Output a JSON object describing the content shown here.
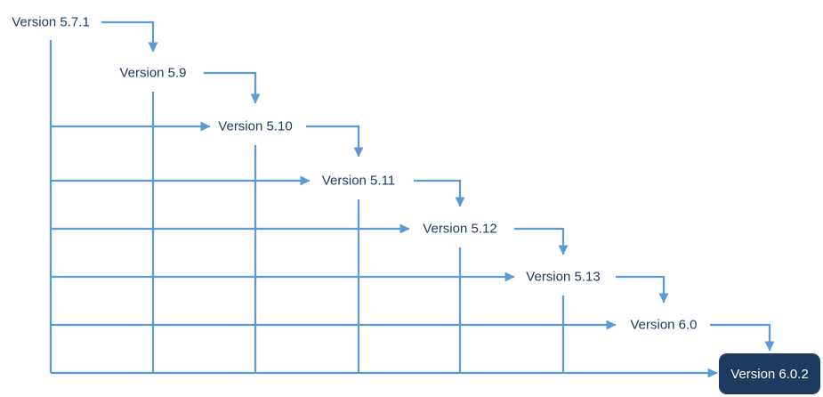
{
  "diagram": {
    "type": "upgrade-path-flowchart",
    "nodes": [
      {
        "id": "v571",
        "label": "Version 5.7.1",
        "shape": "text"
      },
      {
        "id": "v59",
        "label": "Version 5.9",
        "shape": "text"
      },
      {
        "id": "v510",
        "label": "Version 5.10",
        "shape": "text"
      },
      {
        "id": "v511",
        "label": "Version 5.11",
        "shape": "text"
      },
      {
        "id": "v512",
        "label": "Version 5.12",
        "shape": "text"
      },
      {
        "id": "v513",
        "label": "Version 5.13",
        "shape": "text"
      },
      {
        "id": "v60",
        "label": "Version 6.0",
        "shape": "text"
      },
      {
        "id": "v602",
        "label": "Version 6.0.2",
        "shape": "filled-rounded-box"
      }
    ],
    "edges": [
      {
        "from": "Version 5.7.1",
        "to": "Version 5.9",
        "style": "elbow-arrow"
      },
      {
        "from": "Version 5.9",
        "to": "Version 5.10",
        "style": "elbow-arrow"
      },
      {
        "from": "Version 5.10",
        "to": "Version 5.11",
        "style": "elbow-arrow"
      },
      {
        "from": "Version 5.11",
        "to": "Version 5.12",
        "style": "elbow-arrow"
      },
      {
        "from": "Version 5.12",
        "to": "Version 5.13",
        "style": "elbow-arrow"
      },
      {
        "from": "Version 5.13",
        "to": "Version 6.0",
        "style": "elbow-arrow"
      },
      {
        "from": "Version 6.0",
        "to": "Version 6.0.2",
        "style": "elbow-arrow"
      },
      {
        "from": "trunk",
        "to": "Version 5.10",
        "style": "grid-feed-arrow"
      },
      {
        "from": "trunk",
        "to": "Version 5.11",
        "style": "grid-feed-arrow"
      },
      {
        "from": "trunk",
        "to": "Version 5.12",
        "style": "grid-feed-arrow"
      },
      {
        "from": "trunk",
        "to": "Version 5.13",
        "style": "grid-feed-arrow"
      },
      {
        "from": "trunk",
        "to": "Version 6.0",
        "style": "grid-feed-arrow"
      },
      {
        "from": "trunk",
        "to": "Version 6.0.2",
        "style": "grid-feed-arrow"
      }
    ],
    "colors": {
      "connector": "#5b9bd5",
      "label_text": "#1f3864",
      "end_node_fill": "#1e3a5f",
      "end_node_text": "#ffffff",
      "background": "#ffffff"
    }
  }
}
